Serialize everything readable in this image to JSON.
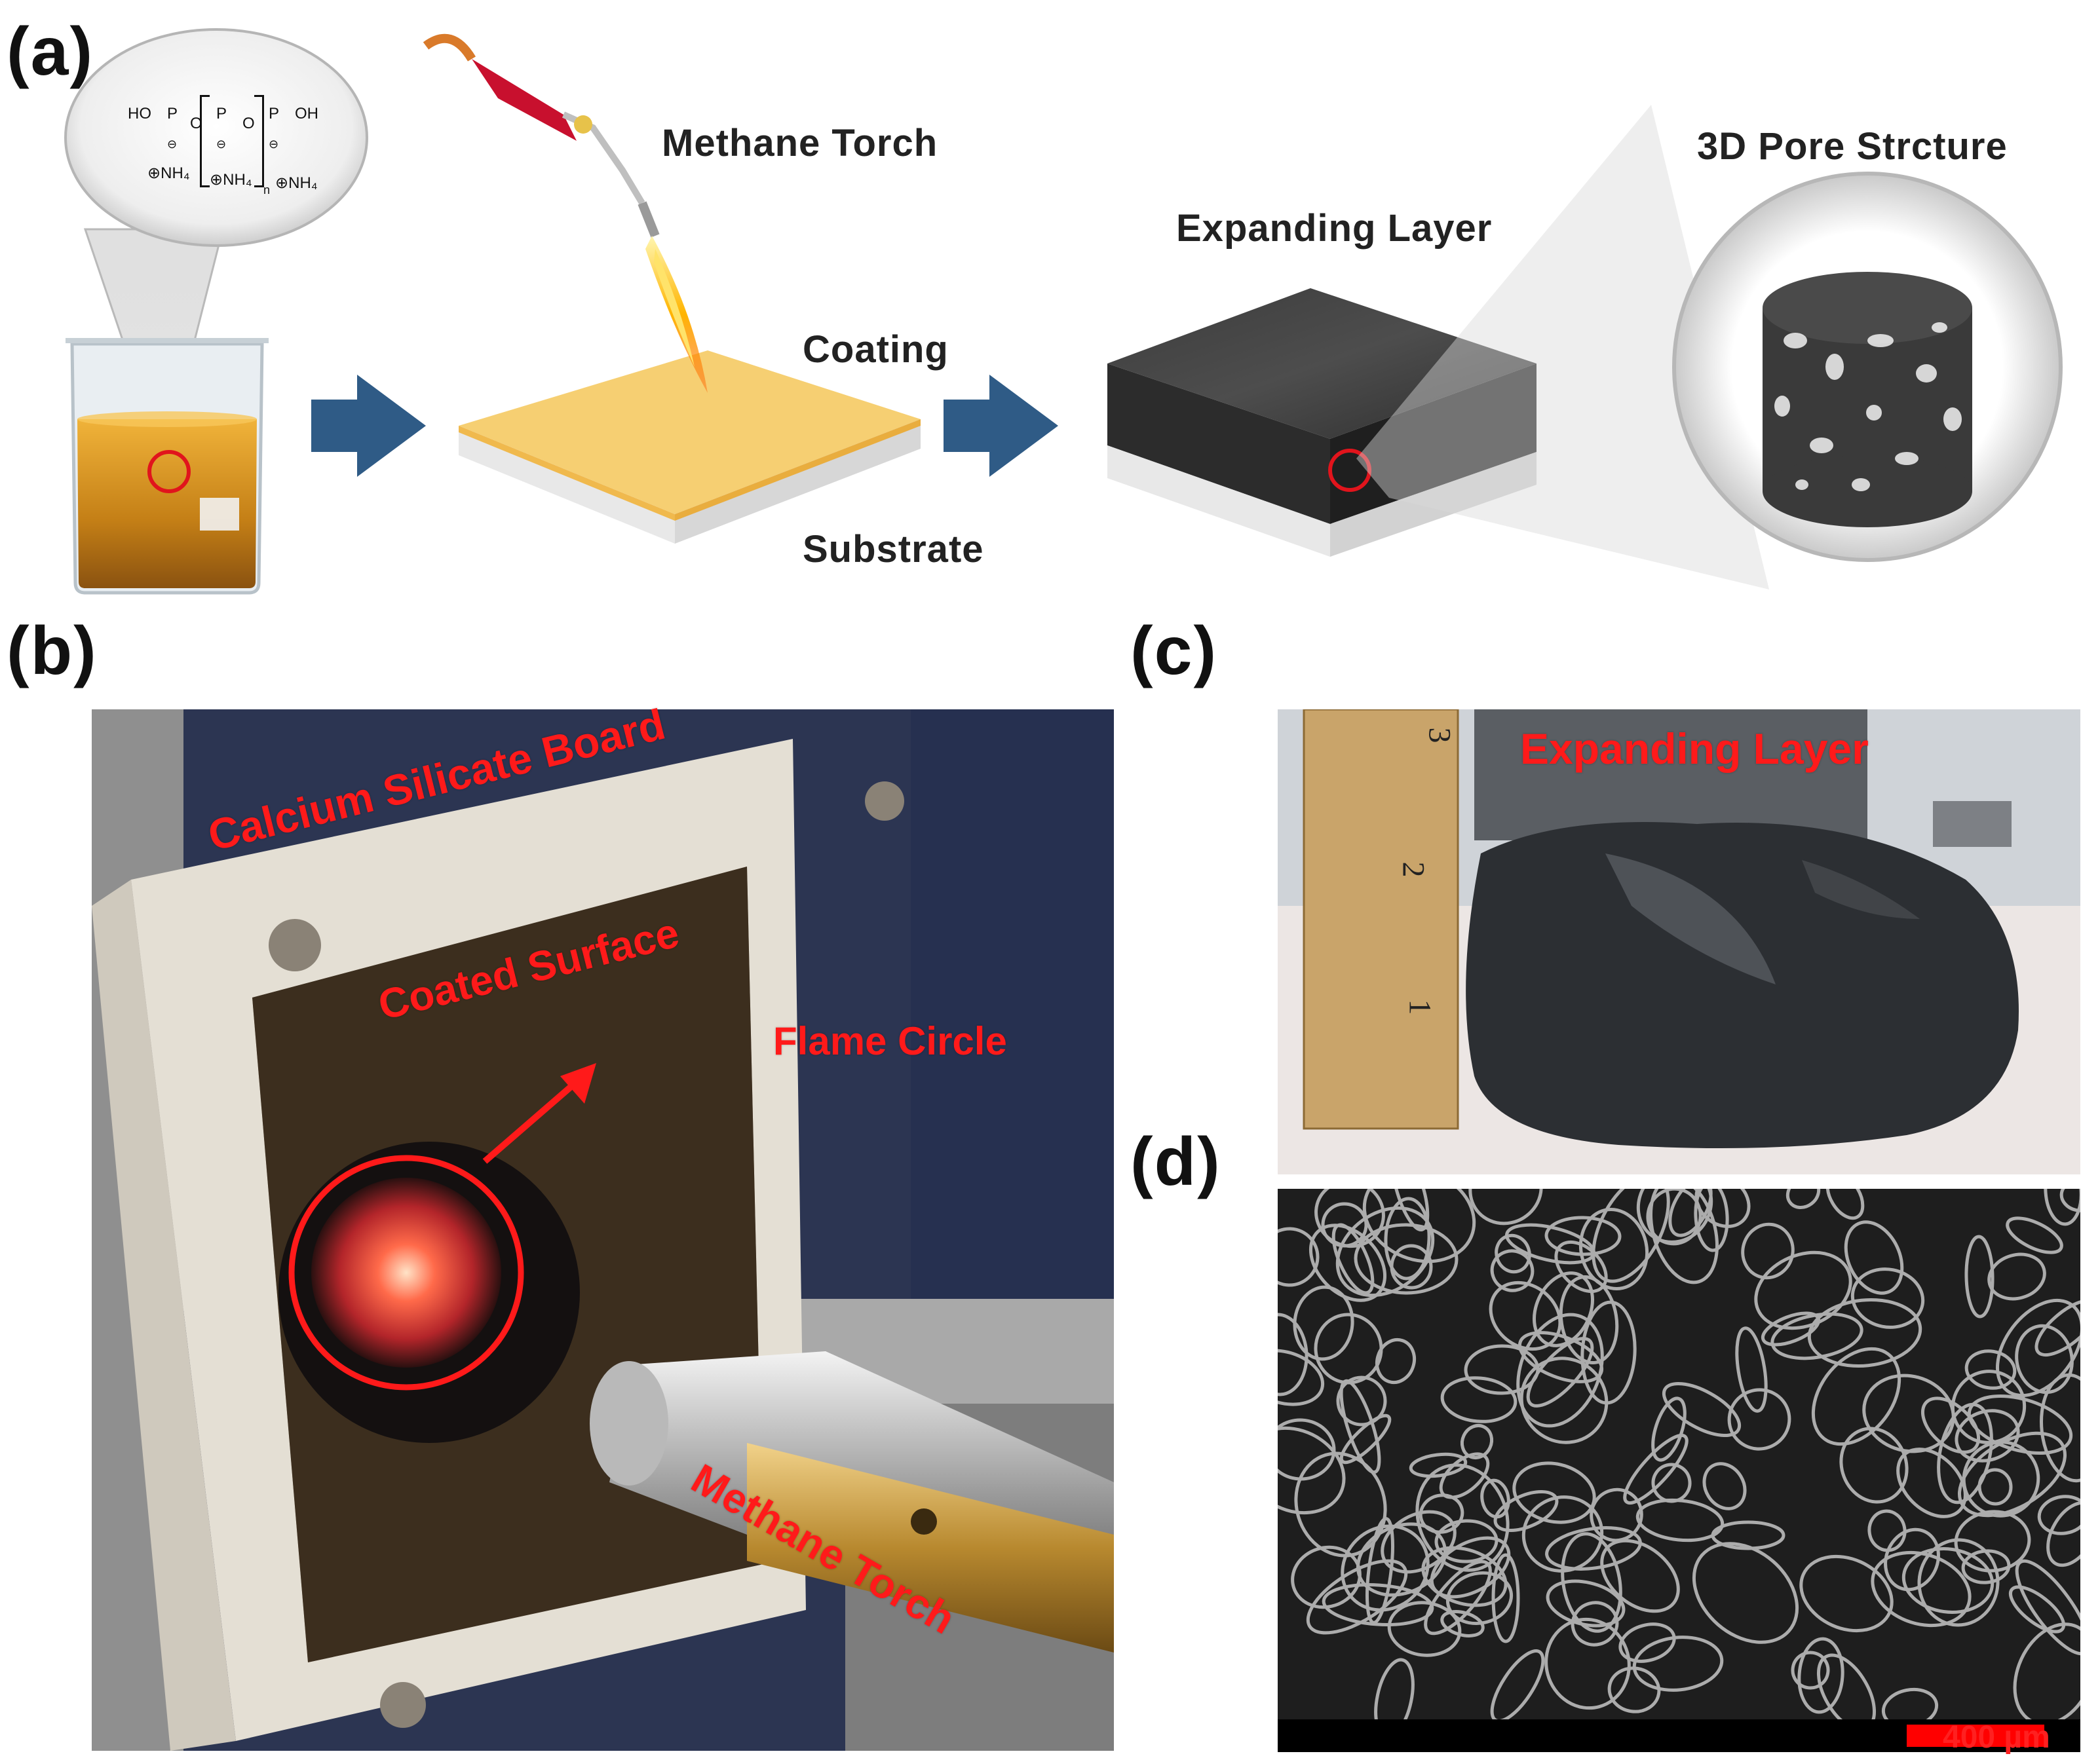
{
  "panels": {
    "a": {
      "label": "(a)",
      "chemistry": {
        "ho": "HO",
        "oh": "OH",
        "p": "P",
        "o": "O",
        "neg": "⊖",
        "nh4": "⊕NH₄",
        "n": "n"
      },
      "torch_label": "Methane Torch",
      "coating_label": "Coating",
      "substrate_label": "Substrate",
      "expanding_label": "Expanding Layer",
      "pore_label": "3D Pore Strcture"
    },
    "b": {
      "label": "(b)",
      "board_label": "Calcium Silicate Board",
      "surface_label": "Coated Surface",
      "flame_label": "Flame Circle",
      "torch_label": "Methane Torch"
    },
    "c": {
      "label": "(c)",
      "layer_label": "Expanding Layer",
      "ruler_marks": [
        "3",
        "2",
        "1"
      ]
    },
    "d": {
      "label": "(d)",
      "scale_bar": "400 µm"
    }
  },
  "colors": {
    "arrow": "#2f5b86",
    "coating": "#f6cf72",
    "annotation_red": "#ff1a1a",
    "foam": "#3a3a3a"
  }
}
